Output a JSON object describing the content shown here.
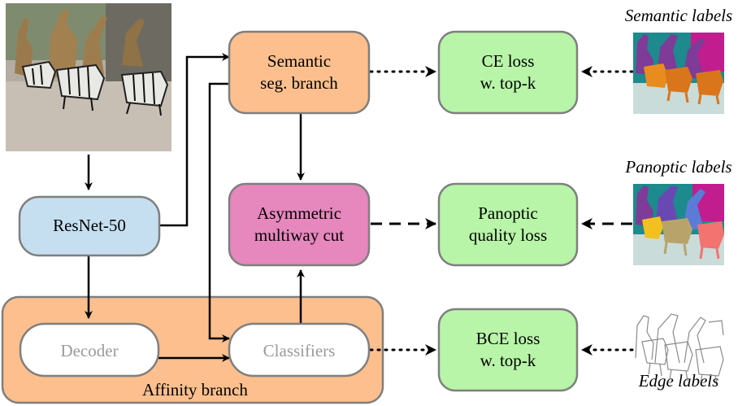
{
  "nodes": {
    "resnet": {
      "label": "ResNet-50"
    },
    "semantic_branch": {
      "line1": "Semantic",
      "line2": "seg. branch"
    },
    "multiway_cut": {
      "line1": "Asymmetric",
      "line2": "multiway cut"
    },
    "ce_loss": {
      "line1": "CE loss",
      "line2": "w. top-k"
    },
    "panoptic_loss": {
      "line1": "Panoptic",
      "line2": "quality loss"
    },
    "bce_loss": {
      "line1": "BCE loss",
      "line2": "w. top-k"
    },
    "decoder": {
      "label": "Decoder"
    },
    "classifiers": {
      "label": "Classifiers"
    },
    "affinity_branch": {
      "label": "Affinity branch"
    }
  },
  "side_labels": {
    "semantic": "Semantic labels",
    "panoptic": "Panoptic labels",
    "edge": "Edge labels"
  },
  "colors": {
    "orange": "#fdbf8d",
    "blue": "#c5dff0",
    "pink": "#e687bd",
    "green": "#b8f5a8",
    "white": "#ffffff",
    "border": "#7f7f7f",
    "gray_text": "#9a9a9a"
  },
  "icons": [
    "input-photo-zebras-giraffes",
    "semantic-label-map",
    "panoptic-label-map",
    "edge-label-map"
  ]
}
